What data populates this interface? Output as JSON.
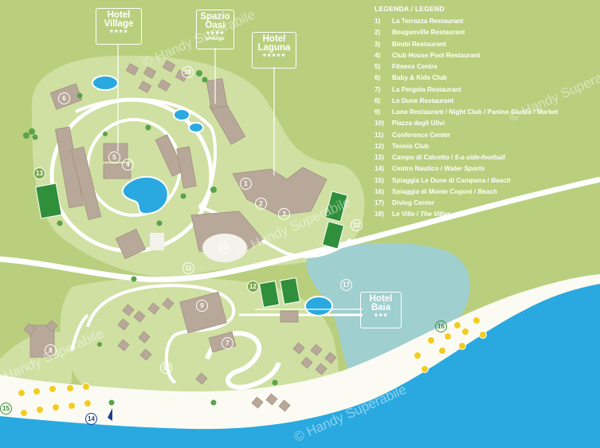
{
  "legend": {
    "title": "LEGENDA / LEGEND",
    "items": [
      {
        "num": "1)",
        "label": "La Terrazza Restaurant",
        "label_en": ""
      },
      {
        "num": "2)",
        "label": "Bouganville Restaurant",
        "label_en": ""
      },
      {
        "num": "3)",
        "label": "Bimbi Restaurant",
        "label_en": ""
      },
      {
        "num": "4)",
        "label": "Club House Pool Restaurant",
        "label_en": ""
      },
      {
        "num": "5)",
        "label": "Fitness Centre",
        "label_en": ""
      },
      {
        "num": "6)",
        "label": "Baby & Kids Club",
        "label_en": ""
      },
      {
        "num": "7)",
        "label": "La Pergola Restaurant",
        "label_en": ""
      },
      {
        "num": "8)",
        "label": "Le Dune Restaurant",
        "label_en": ""
      },
      {
        "num": "9)",
        "label": "Luna Restaurant / Night Club / Panino Giusto / Market",
        "label_en": ""
      },
      {
        "num": "10)",
        "label": "Piazza degli Ulivi",
        "label_en": ""
      },
      {
        "num": "11)",
        "label": "Conference Center",
        "label_en": ""
      },
      {
        "num": "12)",
        "label": "Tennis Club",
        "label_en": ""
      },
      {
        "num": "13)",
        "label": "Campo di Calcetto / ",
        "label_en": "5-a-side-football"
      },
      {
        "num": "14)",
        "label": "Centro Nautico / ",
        "label_en": "Water Sports"
      },
      {
        "num": "15)",
        "label": "Spiaggia Le Dune di Campana / ",
        "label_en": "Beach"
      },
      {
        "num": "16)",
        "label": "Spiaggia di Monte Cogoni / ",
        "label_en": "Beach"
      },
      {
        "num": "17)",
        "label": "Diving Center",
        "label_en": ""
      },
      {
        "num": "18)",
        "label": "Le Ville / ",
        "label_en": "The Villas"
      }
    ]
  },
  "hotels": {
    "village": {
      "line1": "Hotel",
      "line2": "Village",
      "stars": "★★★★",
      "sub": ""
    },
    "oasi": {
      "line1": "Spazio",
      "line2": "Oasi",
      "stars": "★★★★",
      "sub": "prestige"
    },
    "laguna": {
      "line1": "Hotel",
      "line2": "Laguna",
      "stars": "★★★★★",
      "sub": ""
    },
    "baia": {
      "line1": "Hotel",
      "line2": "Baia",
      "stars": "★★★",
      "sub": ""
    }
  },
  "markers": {
    "m1": "1",
    "m2": "2",
    "m3": "3",
    "m4": "4",
    "m5": "5",
    "m6": "6",
    "m7": "7",
    "m8": "8",
    "m9": "9",
    "m10": "10",
    "m11": "11",
    "m12a": "12",
    "m12b": "12",
    "m13": "13",
    "m14": "14",
    "m15": "15",
    "m16": "16",
    "m17": "17",
    "m18a": "18",
    "m18b": "18"
  },
  "watermark": "© Handy Superabile",
  "colors": {
    "grass": "#b9cf7e",
    "resort": "#cfe0a2",
    "sea": "#2aa9e0",
    "lagoon": "#9fcfcf",
    "sand": "#fbfbf3",
    "road": "#ffffff",
    "building": "#b8a89a",
    "tennis": "#2f8f3a",
    "umbrella": "#f3cc21"
  }
}
